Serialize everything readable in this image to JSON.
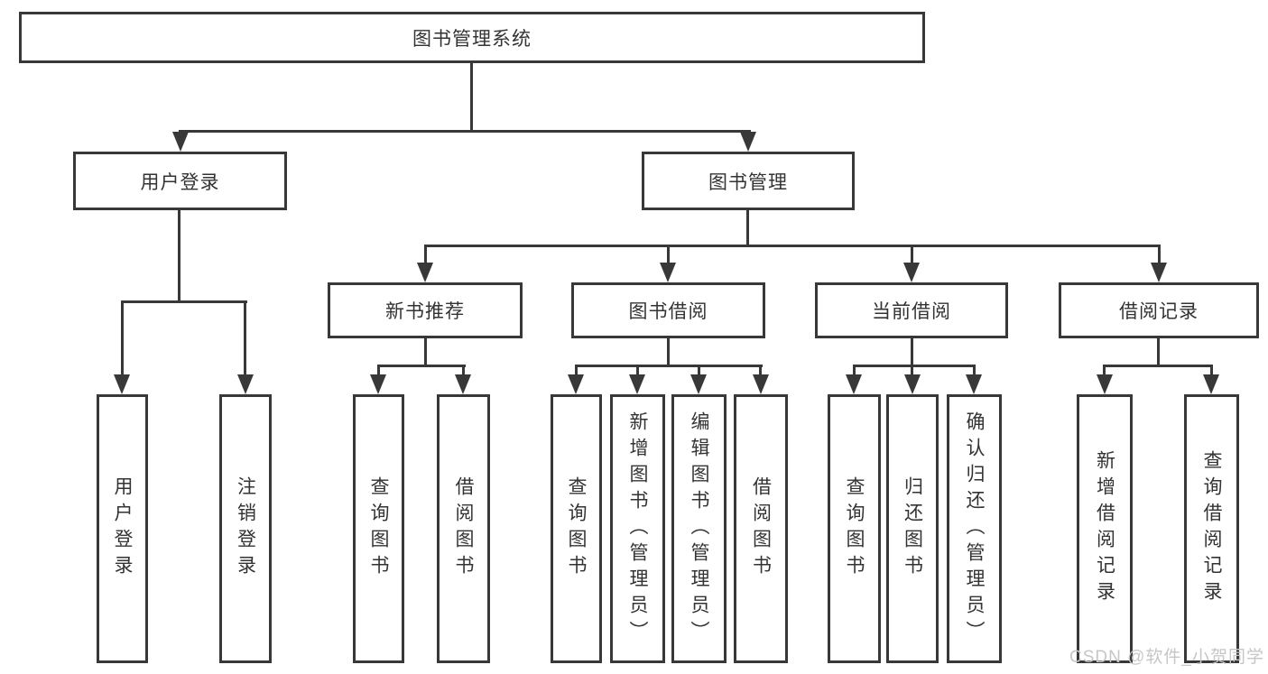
{
  "nodes": {
    "root": {
      "label": "图书管理系统"
    },
    "user_login": {
      "label": "用户登录"
    },
    "book_mgmt": {
      "label": "图书管理"
    },
    "new_books": {
      "label": "新书推荐"
    },
    "book_borrow": {
      "label": "图书借阅"
    },
    "current_borrow": {
      "label": "当前借阅"
    },
    "borrow_records": {
      "label": "借阅记录"
    },
    "leaf_user_login": {
      "label": "用户登录"
    },
    "leaf_logout": {
      "label": "注销登录"
    },
    "leaf_nb_query": {
      "label": "查询图书"
    },
    "leaf_nb_borrow": {
      "label": "借阅图书"
    },
    "leaf_bb_query": {
      "label": "查询图书"
    },
    "leaf_bb_add": {
      "label": "新增图书（管理员）"
    },
    "leaf_bb_edit": {
      "label": "编辑图书（管理员）"
    },
    "leaf_bb_borrow": {
      "label": "借阅图书"
    },
    "leaf_cb_query": {
      "label": "查询图书"
    },
    "leaf_cb_return": {
      "label": "归还图书"
    },
    "leaf_cb_confirm": {
      "label": "确认归还（管理员）"
    },
    "leaf_br_add": {
      "label": "新增借阅记录"
    },
    "leaf_br_query": {
      "label": "查询借阅记录"
    }
  },
  "watermark": {
    "text": "CSDN @软件_小贺同学"
  },
  "colors": {
    "line": "#383838",
    "text": "#333333",
    "watermark": "#c6c6c6",
    "background": "#ffffff"
  }
}
